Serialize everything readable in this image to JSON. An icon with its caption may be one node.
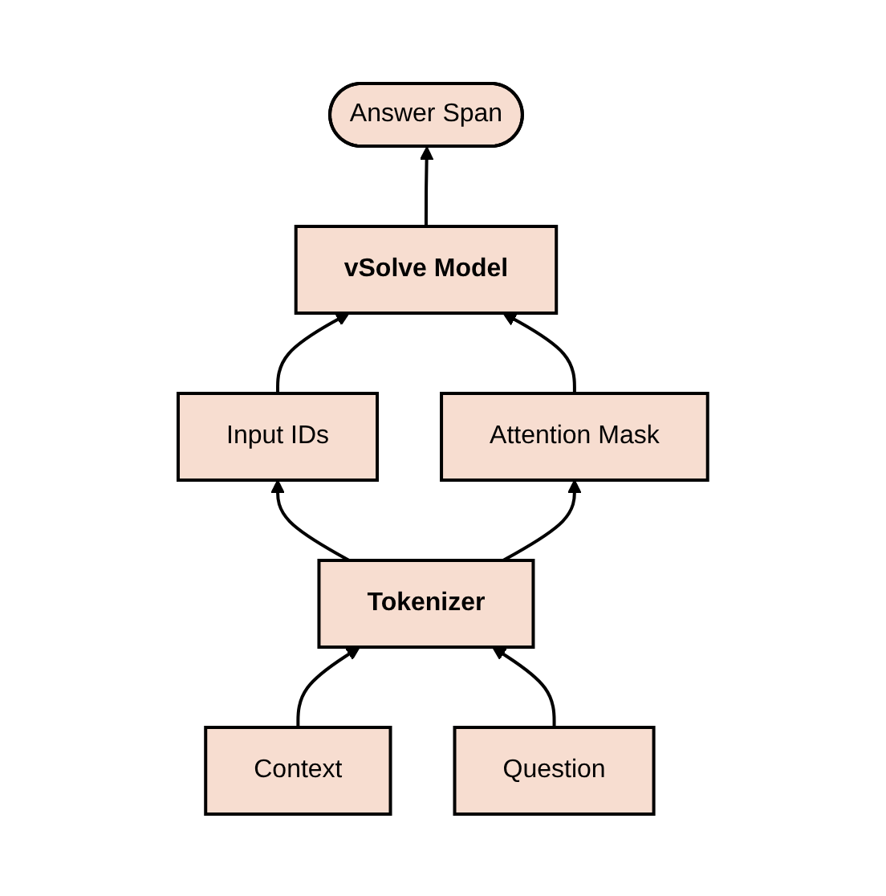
{
  "diagram": {
    "nodes": [
      {
        "text": [
          "Answer Span"
        ]
      },
      {
        "text": [
          "vSolve Model"
        ]
      },
      {
        "text": [
          "Input IDs"
        ]
      },
      {
        "text": [
          "Attention Mask"
        ]
      },
      {
        "text": [
          "Tokenizer"
        ]
      },
      {
        "text": [
          "Context"
        ]
      },
      {
        "text": [
          "Question"
        ]
      }
    ],
    "edges": [
      {
        "from": 1,
        "to": 0,
        "arrow": "to"
      },
      {
        "from": 2,
        "to": 1,
        "arrow": "to"
      },
      {
        "from": 3,
        "to": 1,
        "arrow": "to"
      },
      {
        "from": 4,
        "to": 2,
        "arrow": "to"
      },
      {
        "from": 4,
        "to": 3,
        "arrow": "to"
      },
      {
        "from": 5,
        "to": 4,
        "arrow": "to"
      },
      {
        "from": 6,
        "to": 4,
        "arrow": "to"
      }
    ]
  }
}
